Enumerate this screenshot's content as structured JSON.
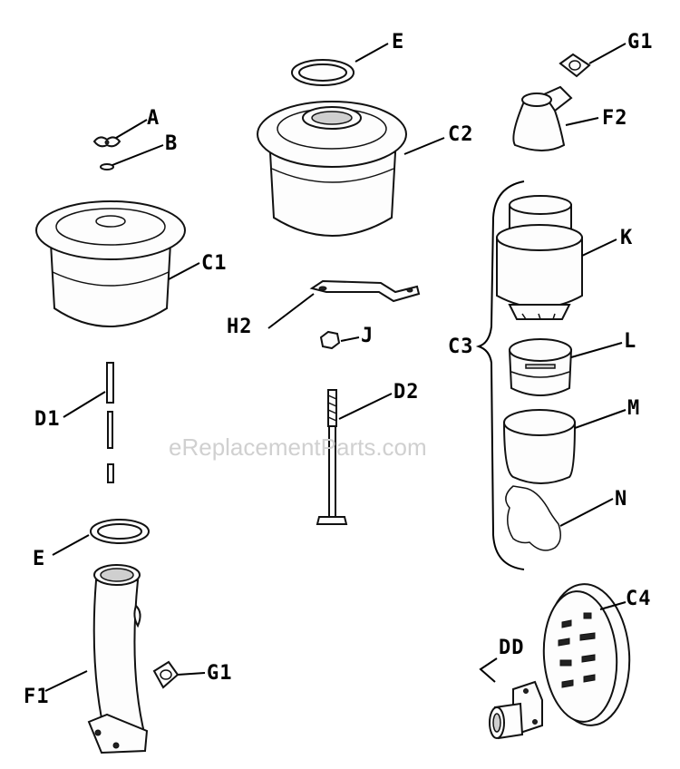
{
  "watermark": "eReplacementParts.com",
  "callouts": {
    "A": "A",
    "B": "B",
    "C1": "C1",
    "C2": "C2",
    "C3": "C3",
    "C4": "C4",
    "D1": "D1",
    "D2": "D2",
    "DD": "DD",
    "E_top": "E",
    "E_bottom": "E",
    "F1": "F1",
    "F2": "F2",
    "G1_top": "G1",
    "G1_bottom": "G1",
    "H2": "H2",
    "J": "J",
    "K": "K",
    "L": "L",
    "M": "M",
    "N": "N"
  }
}
